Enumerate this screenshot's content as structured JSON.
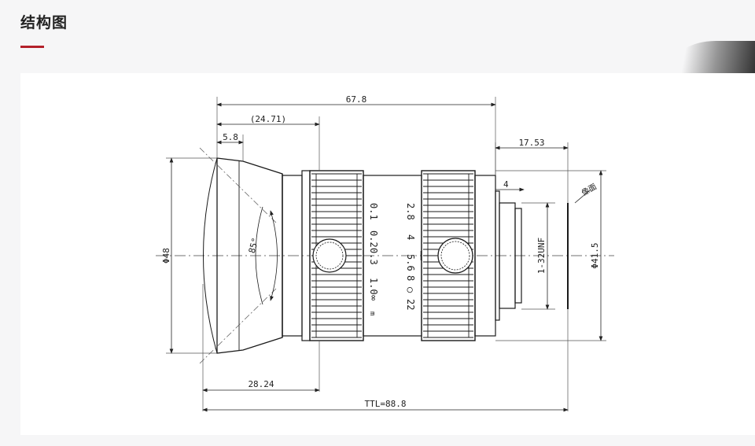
{
  "header": {
    "title": "结构图"
  },
  "diagram": {
    "dimensions": {
      "overall_length": "67.8",
      "front_to_ring": "(24.71)",
      "front_lip": "5.8",
      "back_focal": "17.53",
      "rear_step": "4",
      "front_diameter": "Φ48",
      "mount_thread": "1-32UNF",
      "body_diameter": "Φ41.5",
      "bottom_offset": "28.24",
      "ttl": "TTL=88.8"
    },
    "labels": {
      "image_plane": "像面",
      "field_angle": "85°"
    },
    "focus_scale": {
      "marks": [
        "0.1",
        "0.2",
        "0.3",
        "1.0",
        "∞"
      ],
      "unit": "m"
    },
    "aperture_scale": {
      "marks": [
        "2.8",
        "4",
        "5.6",
        "8",
        "○",
        "22"
      ]
    },
    "colors": {
      "line": "#1a1a1a",
      "accent": "#b3202a"
    }
  }
}
